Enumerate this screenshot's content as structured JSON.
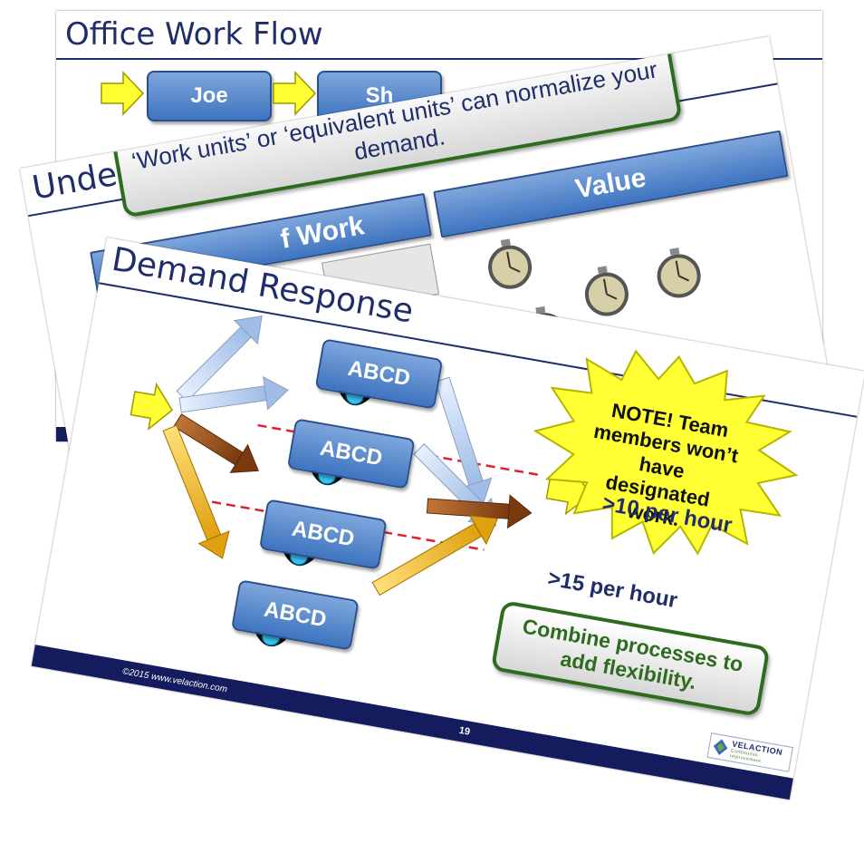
{
  "slide1": {
    "title": "Office Work Flow",
    "box1": "Joe",
    "box2": "Sh"
  },
  "slide2": {
    "title": "Understanding Work",
    "callout": "‘Work units’ or ‘equivalent units’ can normalize your demand.",
    "col_value": "Value",
    "col_work": "f Work"
  },
  "slide3": {
    "title": "Demand Response",
    "process_boxes": [
      "ABCD",
      "ABCD",
      "ABCD",
      "ABCD"
    ],
    "note": "NOTE! Team members won’t have designated work.",
    "threshold1": ">10 per hour",
    "threshold2": ">15 per hour",
    "callout": "Combine processes to add flexibility.",
    "copyright": "©2015 www.velaction.com",
    "page_number": "19"
  },
  "logo": {
    "name": "VELACTION",
    "tagline": "Continuous Improvement"
  },
  "colors": {
    "title_navy": "#1f2d6b",
    "box_blue": "#4f81c7",
    "callout_border": "#2f6b1e",
    "note_yellow": "#ffff33",
    "dashed_red": "#e0202a",
    "arrow_gold": "#f2b51d",
    "arrow_brown": "#8b4513"
  }
}
